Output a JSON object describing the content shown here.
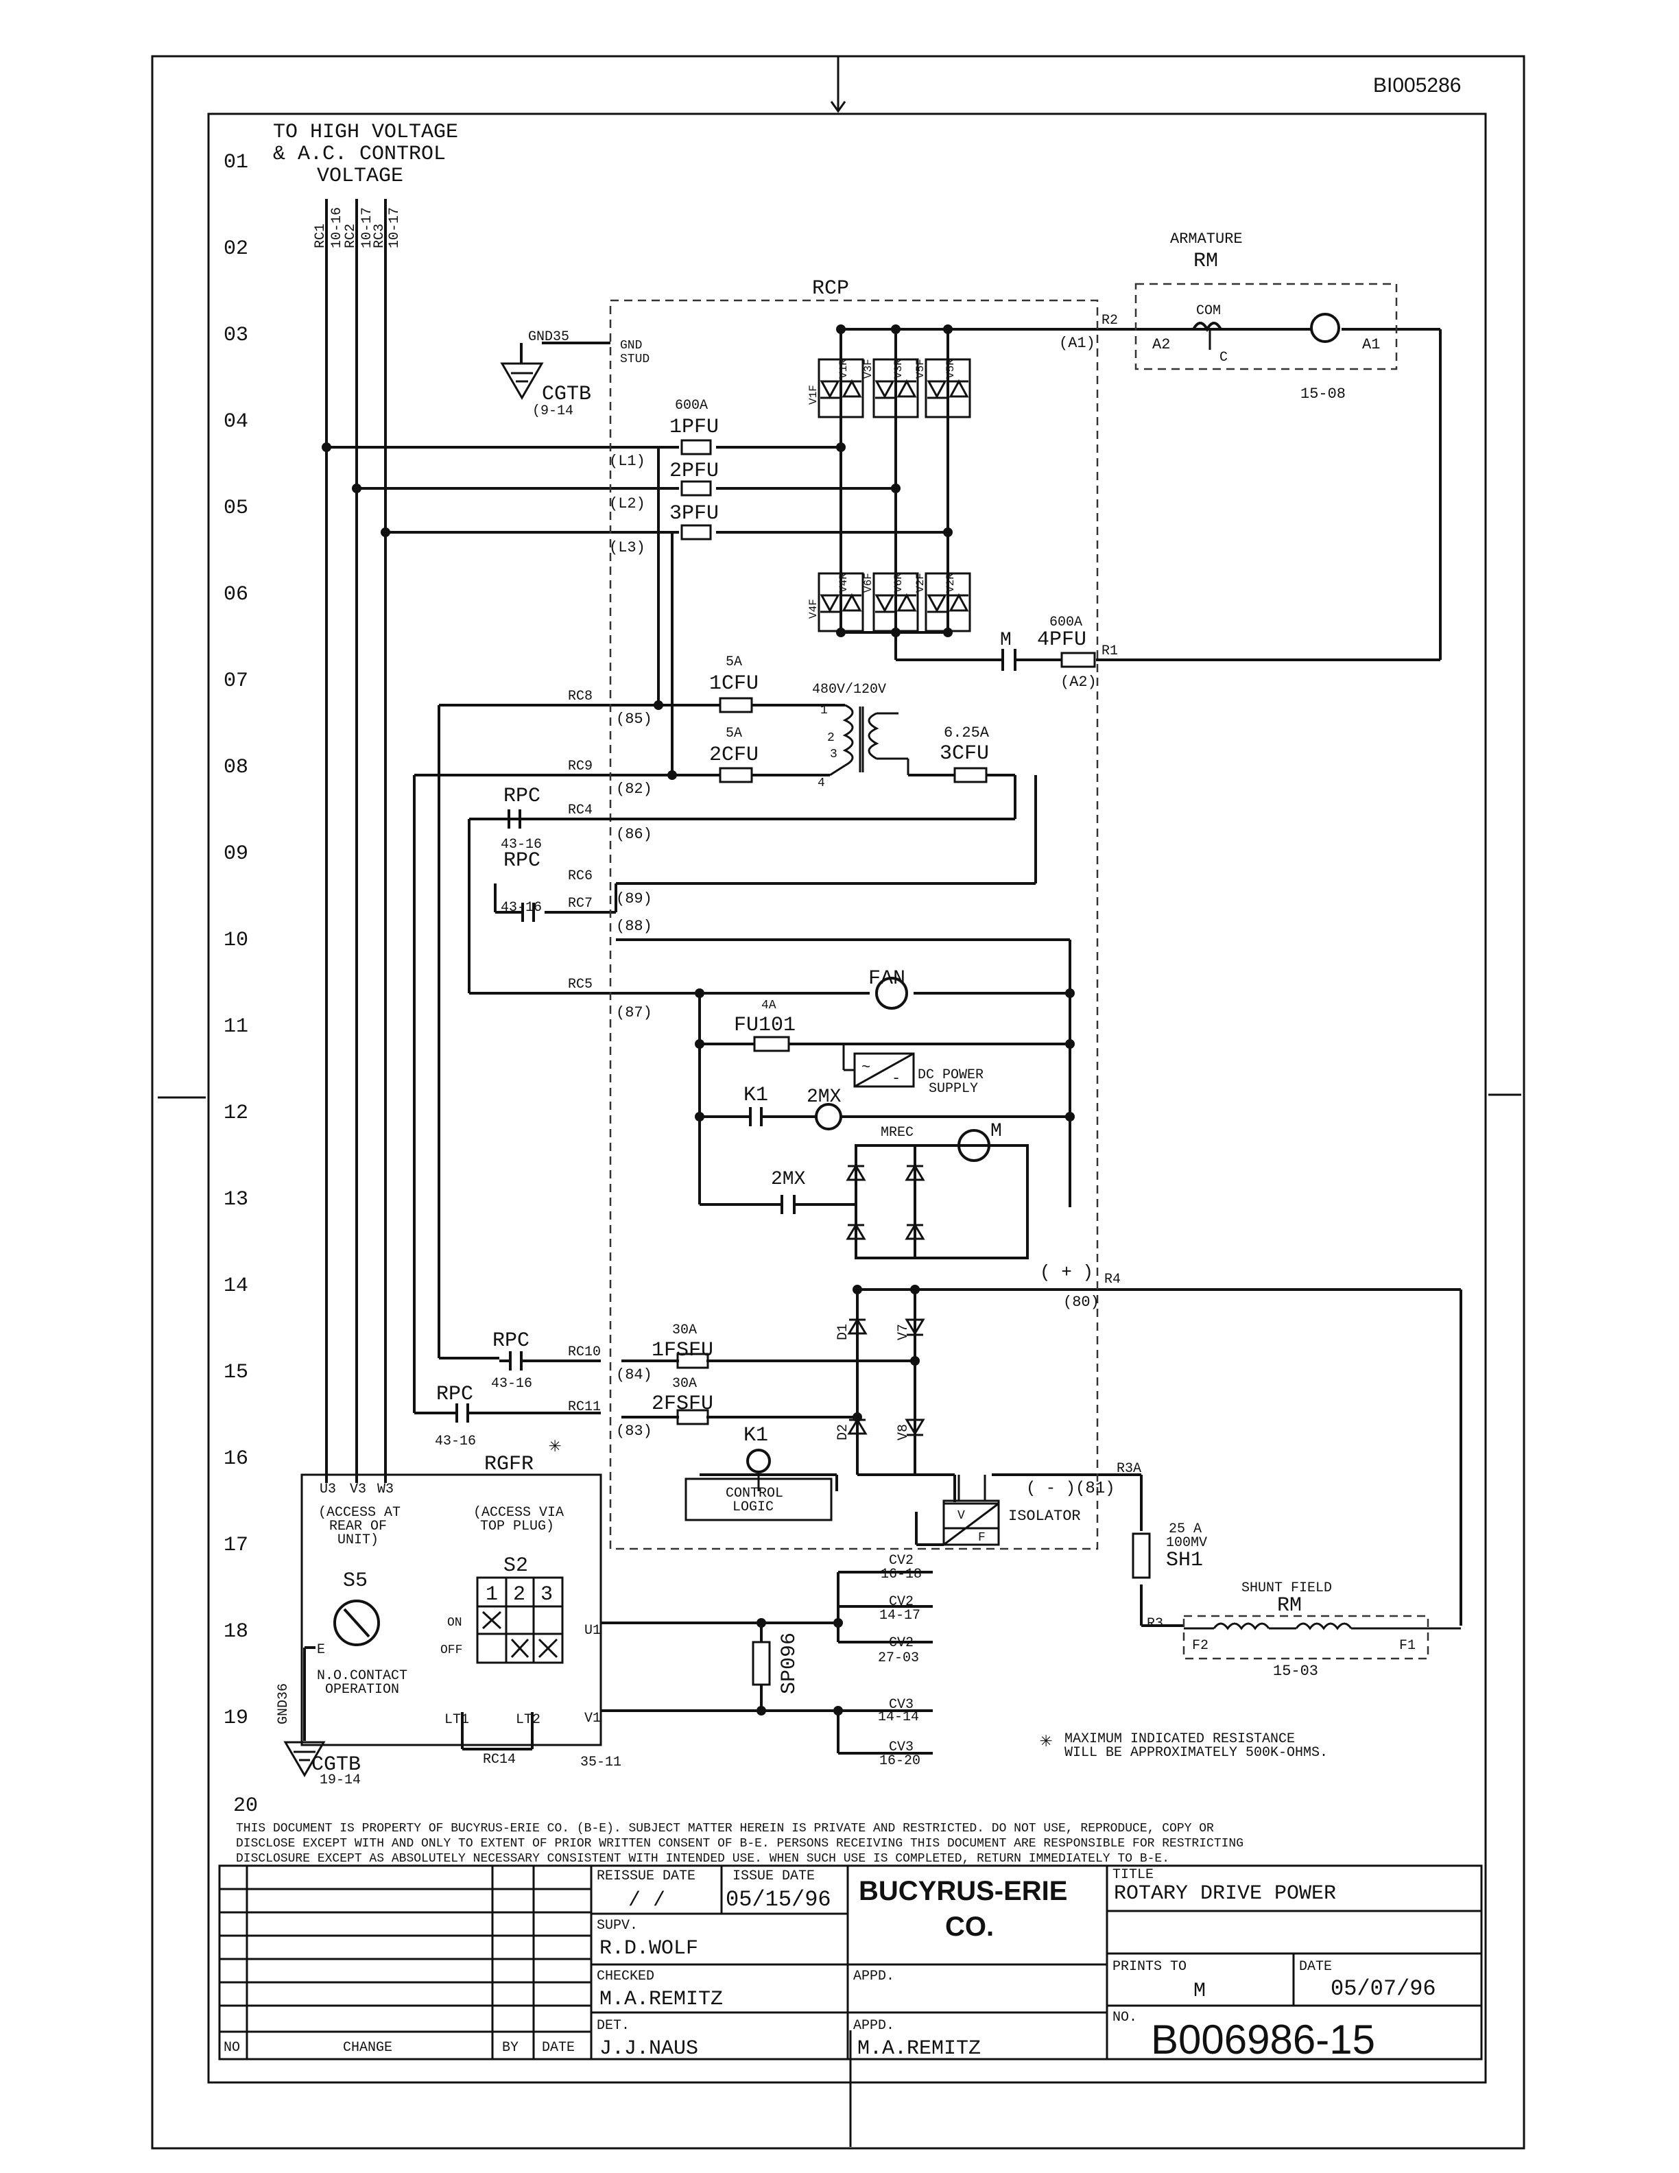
{
  "doc_id": "BI005286",
  "row_numbers": [
    "01",
    "02",
    "03",
    "04",
    "05",
    "06",
    "07",
    "08",
    "09",
    "10",
    "11",
    "12",
    "13",
    "14",
    "15",
    "16",
    "17",
    "18",
    "19",
    "20"
  ],
  "top_note": [
    "TO HIGH VOLTAGE",
    "& A.C. CONTROL",
    "VOLTAGE"
  ],
  "cable_labels": [
    "RC1",
    "10-16",
    "RC2",
    "10-17",
    "RC3",
    "10-17"
  ],
  "blocks": {
    "rcp": "RCP",
    "armature": "ARMATURE",
    "rm": "RM",
    "com": "COM",
    "a2": "A2",
    "c": "C",
    "a1": "A1",
    "arm_ref": "15-08",
    "rgfr": "RGFR",
    "rgfr_star": "✳",
    "access_rear": [
      "(ACCESS AT",
      "REAR OF",
      "UNIT)"
    ],
    "access_top": [
      "(ACCESS VIA",
      "TOP PLUG)"
    ],
    "s5": "S5",
    "s2": "S2",
    "s2_cols": [
      "1",
      "2",
      "3"
    ],
    "on": "ON",
    "off": "OFF",
    "no_contact": [
      "N.O.CONTACT",
      "OPERATION"
    ],
    "control_logic": [
      "CONTROL",
      "LOGIC"
    ],
    "isolator": "ISOLATOR",
    "dc_power_supply": [
      "DC POWER",
      "SUPPLY"
    ],
    "fan": "FAN",
    "mrec": "MREC",
    "shunt_field": "SHUNT FIELD",
    "shunt_rm": "RM",
    "f2": "F2",
    "f1": "F1",
    "shunt_ref": "15-03",
    "sh1_rating": [
      "25 A",
      "100MV"
    ],
    "sh1": "SH1",
    "sp096": "SP096"
  },
  "components": {
    "gnd35": "GND35",
    "gnd_stud": [
      "GND",
      "STUD"
    ],
    "cgtb_top": "CGTB",
    "cgtb_top_ref": "(9-14",
    "cgtb_bot": "CGTB",
    "cgtb_bot_ref": "19-14",
    "gnd36": "GND36",
    "pfu_rating": "600A",
    "pfu1": "1PFU",
    "pfu2": "2PFU",
    "pfu3": "3PFU",
    "pfu4_rating": "600A",
    "pfu4": "4PFU",
    "m_contact": "M",
    "cfu1_rating": "5A",
    "cfu1": "1CFU",
    "cfu2_rating": "5A",
    "cfu2": "2CFU",
    "cfu3_rating": "6.25A",
    "cfu3": "3CFU",
    "transformer": "480V/120V",
    "xfmr_pins": [
      "1",
      "2",
      "3",
      "4"
    ],
    "fu101_rating": "4A",
    "fu101": "FU101",
    "k1": "K1",
    "mx2": "2MX",
    "mx2b": "2MX",
    "m_motor": "M",
    "fsfu1_rating": "30A",
    "fsfu1": "1FSFU",
    "fsfu2_rating": "30A",
    "fsfu2": "2FSFU",
    "k1_coil": "K1",
    "rpc1": "RPC",
    "rpc1_ref": "43-16",
    "rpc2": "RPC",
    "rpc2_ref": "43-16",
    "rpc3": "RPC",
    "rpc3_ref": "43-16",
    "rpc4": "RPC",
    "rpc4_ref": "43-16",
    "thyristors_top": [
      "V1F",
      "V1R",
      "V3F",
      "V3R",
      "V5F",
      "V5R"
    ],
    "thyristors_bot": [
      "V4F",
      "V4R",
      "V6F",
      "V6R",
      "V2F",
      "V2R"
    ],
    "d1": "D1",
    "v7": "V7",
    "d2": "D2",
    "v8": "V8",
    "plus": "( + )",
    "minus": "( - )(81)",
    "r1": "R1",
    "r2": "R2",
    "r3": "R3",
    "r4": "R4",
    "r3a": "R3A",
    "a1_term": "(A1)",
    "a2_term": "(A2)",
    "t80": "(80)",
    "rgfr_terms": [
      "U3",
      "V3",
      "W3"
    ],
    "u1": "U1",
    "v1": "V1",
    "lt1": "LT1",
    "lt2": "LT2",
    "rc14": "RC14",
    "rc14_ref": "35-11",
    "ref_e": "E",
    "cv_labels": [
      [
        "CV2",
        "16-18"
      ],
      [
        "CV2",
        "14-17"
      ],
      [
        "CV2",
        "27-03"
      ],
      [
        "CV3",
        "14-14"
      ],
      [
        "CV3",
        "16-20"
      ]
    ]
  },
  "terminals_left": [
    "(L1)",
    "(L2)",
    "(L3)",
    "(85)",
    "(82)",
    "(86)",
    "(89)",
    "(88)",
    "(87)",
    "(84)",
    "(83)"
  ],
  "wire_labels": [
    "RC8",
    "RC9",
    "RC4",
    "RC6",
    "RC7",
    "RC5",
    "RC10",
    "RC11"
  ],
  "note_star": "✳",
  "note": [
    "MAXIMUM INDICATED RESISTANCE",
    "WILL BE APPROXIMATELY 500K-OHMS."
  ],
  "disclaimer": [
    "THIS DOCUMENT IS PROPERTY OF BUCYRUS-ERIE CO. (B-E). SUBJECT MATTER HEREIN IS PRIVATE AND RESTRICTED. DO NOT USE, REPRODUCE, COPY OR",
    "DISCLOSE EXCEPT WITH AND ONLY TO EXTENT OF PRIOR WRITTEN CONSENT OF B-E. PERSONS RECEIVING THIS DOCUMENT ARE RESPONSIBLE FOR RESTRICTING",
    "DISCLOSURE EXCEPT AS ABSOLUTELY NECESSARY CONSISTENT WITH INTENDED USE. WHEN SUCH USE IS COMPLETED, RETURN IMMEDIATELY TO B-E."
  ],
  "title_block": {
    "reissue_date_label": "REISSUE DATE",
    "reissue_date": "/   /",
    "issue_date_label": "ISSUE DATE",
    "issue_date": "05/15/96",
    "company": [
      "BUCYRUS-ERIE",
      "CO."
    ],
    "title_label": "TITLE",
    "title": "ROTARY DRIVE POWER",
    "supv_label": "SUPV.",
    "supv": "R.D.WOLF",
    "checked_label": "CHECKED",
    "checked": "M.A.REMITZ",
    "appd_label": "APPD.",
    "appd_label2": "APPD.",
    "appd": "M.A.REMITZ",
    "det_label": "DET.",
    "det": "J.J.NAUS",
    "prints_to_label": "PRINTS TO",
    "prints_to": "M",
    "date_label": "DATE",
    "date": "05/07/96",
    "no_label": "NO.",
    "number": "B006986-15",
    "rev_cols": [
      "NO",
      "CHANGE",
      "BY",
      "DATE"
    ]
  }
}
